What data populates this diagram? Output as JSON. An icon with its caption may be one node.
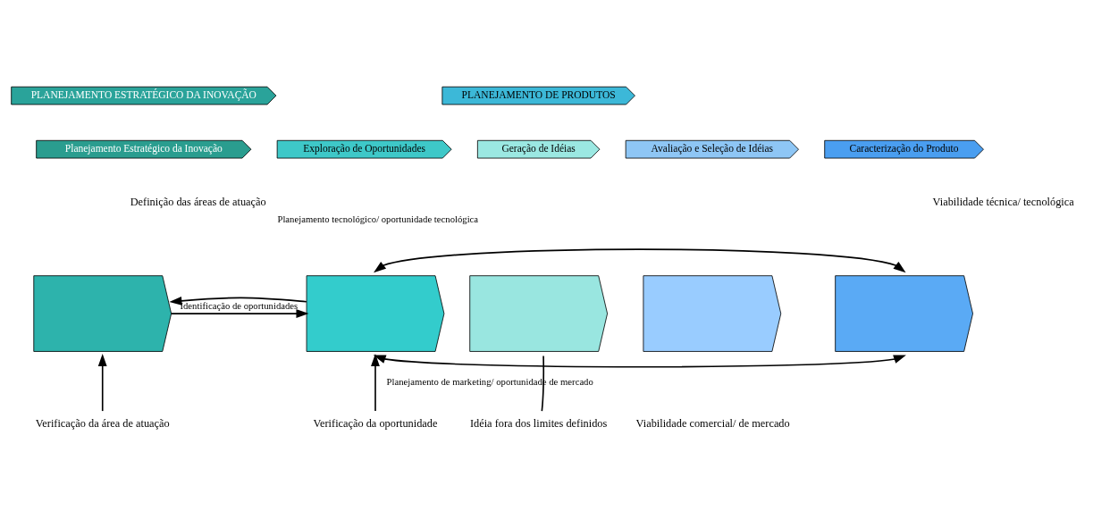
{
  "diagram": {
    "nodes": [
      {
        "text": [
          "PLANEJAMENTO ESTRATÉGICO DA INOVAÇÃO"
        ]
      },
      {
        "text": [
          "PLANEJAMENTO DE PRODUTOS"
        ]
      },
      {
        "text": [
          "Planejamento Estratégico da Inovação"
        ]
      },
      {
        "text": [
          "Exploração de Oportunidades"
        ]
      },
      {
        "text": [
          "Geração de Idéias"
        ]
      },
      {
        "text": [
          "Avaliação e Seleção de Idéias"
        ]
      },
      {
        "text": [
          "Caracterização do Produto"
        ]
      },
      {
        "text": [],
        "shape": "chevron"
      },
      {
        "text": [],
        "shape": "chevron"
      },
      {
        "text": [],
        "shape": "chevron"
      },
      {
        "text": [],
        "shape": "chevron"
      },
      {
        "text": [],
        "shape": "chevron"
      },
      {
        "text": [
          "Verificação da área de atuação"
        ]
      },
      {
        "text": [
          "Verificação da oportunidade"
        ]
      },
      {
        "text": [
          "Idéia fora dos limites definidos"
        ]
      }
    ],
    "edges": [
      {
        "from": 7,
        "to": 8,
        "arrow": "to",
        "label": "Identificação de oportunidades"
      },
      {
        "from": 8,
        "to": 7,
        "arrow": "to"
      },
      {
        "from": 11,
        "to": 8,
        "arrow": "both",
        "label": "Planejamento tecnológico/ oportunidade tecnológica"
      },
      {
        "from": 8,
        "to": 11,
        "arrow": "both",
        "label": "Planejamento de marketing/ oportunidade de mercado"
      },
      {
        "from": 12,
        "to": 7,
        "arrow": "to"
      },
      {
        "from": 13,
        "to": 8,
        "arrow": "to"
      },
      {
        "from": 9,
        "to": 14,
        "arrow": "none"
      }
    ],
    "labels": [
      "Definição das áreas de atuação",
      "Viabilidade técnica/ tecnológica",
      "Viabilidade comercial/ de mercado"
    ]
  }
}
